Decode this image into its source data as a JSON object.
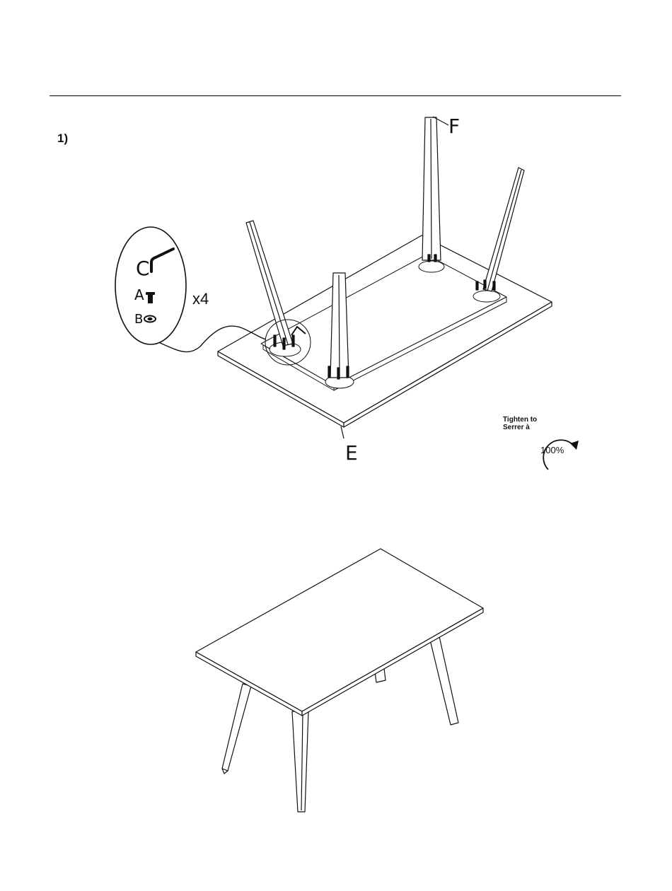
{
  "step": {
    "number": "1)"
  },
  "callout": {
    "parts": [
      {
        "label": "C",
        "icon": "allen-key-icon"
      },
      {
        "label": "A",
        "icon": "bolt-icon"
      },
      {
        "label": "B",
        "icon": "washer-icon"
      }
    ],
    "quantity": "x4"
  },
  "labels": {
    "tabletop": "E",
    "leg": "F"
  },
  "tighten": {
    "line1": "Tighten to",
    "line2": "Serrer à",
    "value": "100%"
  }
}
